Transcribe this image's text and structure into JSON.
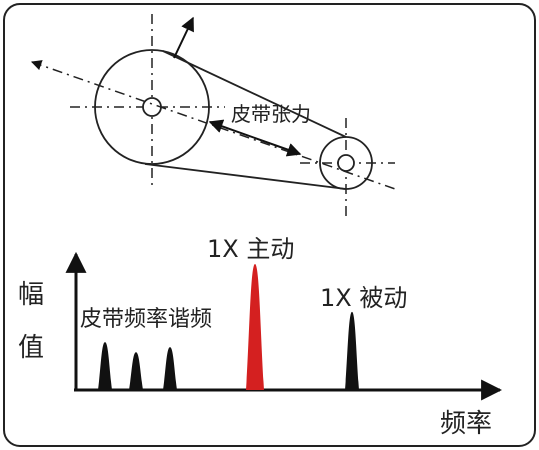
{
  "labels": {
    "belt_tension": "皮带张力",
    "driver_peak": "1X 主动",
    "driven_peak": "1X 被动",
    "belt_harmonics": "皮带频率谐频",
    "y_axis_line1": "幅",
    "y_axis_line2": "值",
    "x_axis": "频率"
  },
  "colors": {
    "frame": "#222222",
    "ink": "#111111",
    "driver_peak": "#d42020"
  },
  "spectrum": {
    "peaks": [
      {
        "id": "harmonic-1",
        "freq_order": 1,
        "amplitude": 0.38,
        "color": "ink"
      },
      {
        "id": "harmonic-2",
        "freq_order": 2,
        "amplitude": 0.3,
        "color": "ink"
      },
      {
        "id": "harmonic-3",
        "freq_order": 3,
        "amplitude": 0.34,
        "color": "ink"
      },
      {
        "id": "driver-1x",
        "freq_order": 4,
        "amplitude": 1.0,
        "color": "driver_peak"
      },
      {
        "id": "driven-1x",
        "freq_order": 5,
        "amplitude": 0.62,
        "color": "ink"
      }
    ]
  }
}
